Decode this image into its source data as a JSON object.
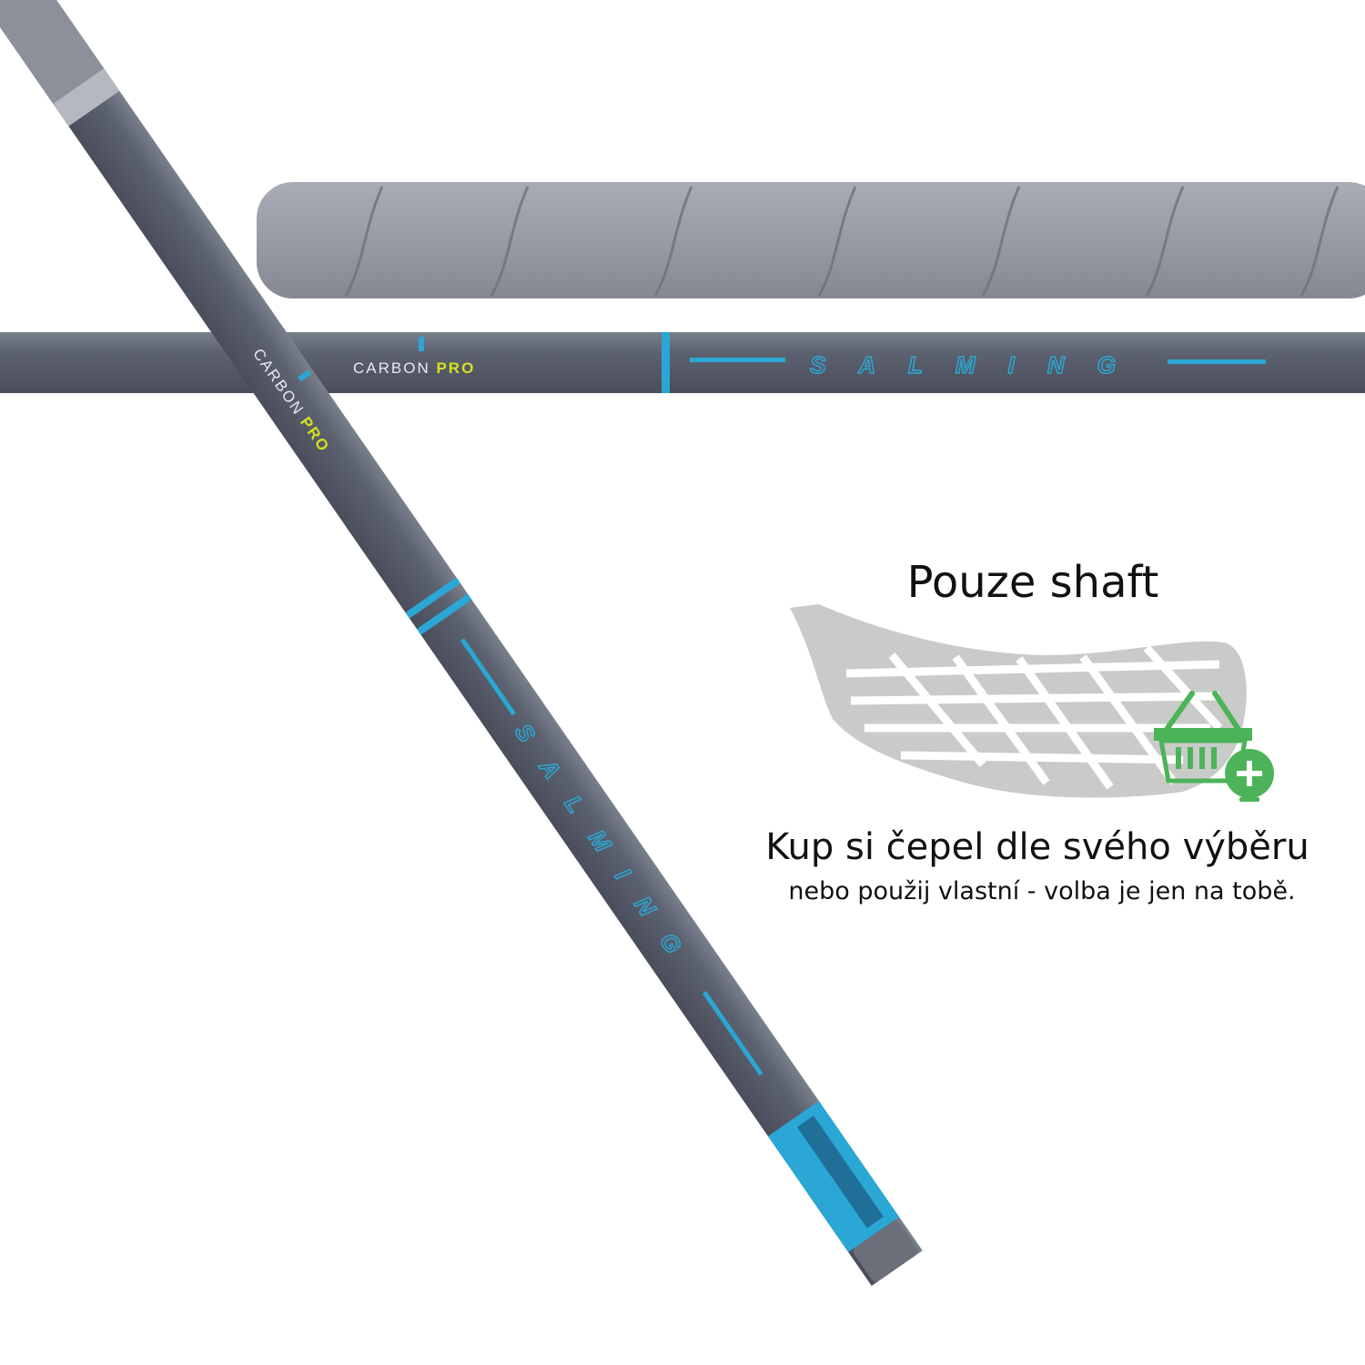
{
  "product": {
    "shaft_label_main": "CARBON",
    "shaft_label_accent": "PRO",
    "brand": "SALMING",
    "colors": {
      "shaft": "#5a5f6e",
      "accent": "#2aa7d4",
      "pro": "#d6e020",
      "grip": "#9a9da6",
      "blade": "#c9cbc8",
      "basket": "#4cb35a"
    }
  },
  "info": {
    "title": "Pouze shaft",
    "cta": "Kup si čepel dle svého výběru",
    "subtitle": "nebo použij vlastní - volba je jen na tobě."
  },
  "icons": {
    "basket": "shopping-basket-add-icon",
    "blade": "floorball-blade-icon"
  }
}
